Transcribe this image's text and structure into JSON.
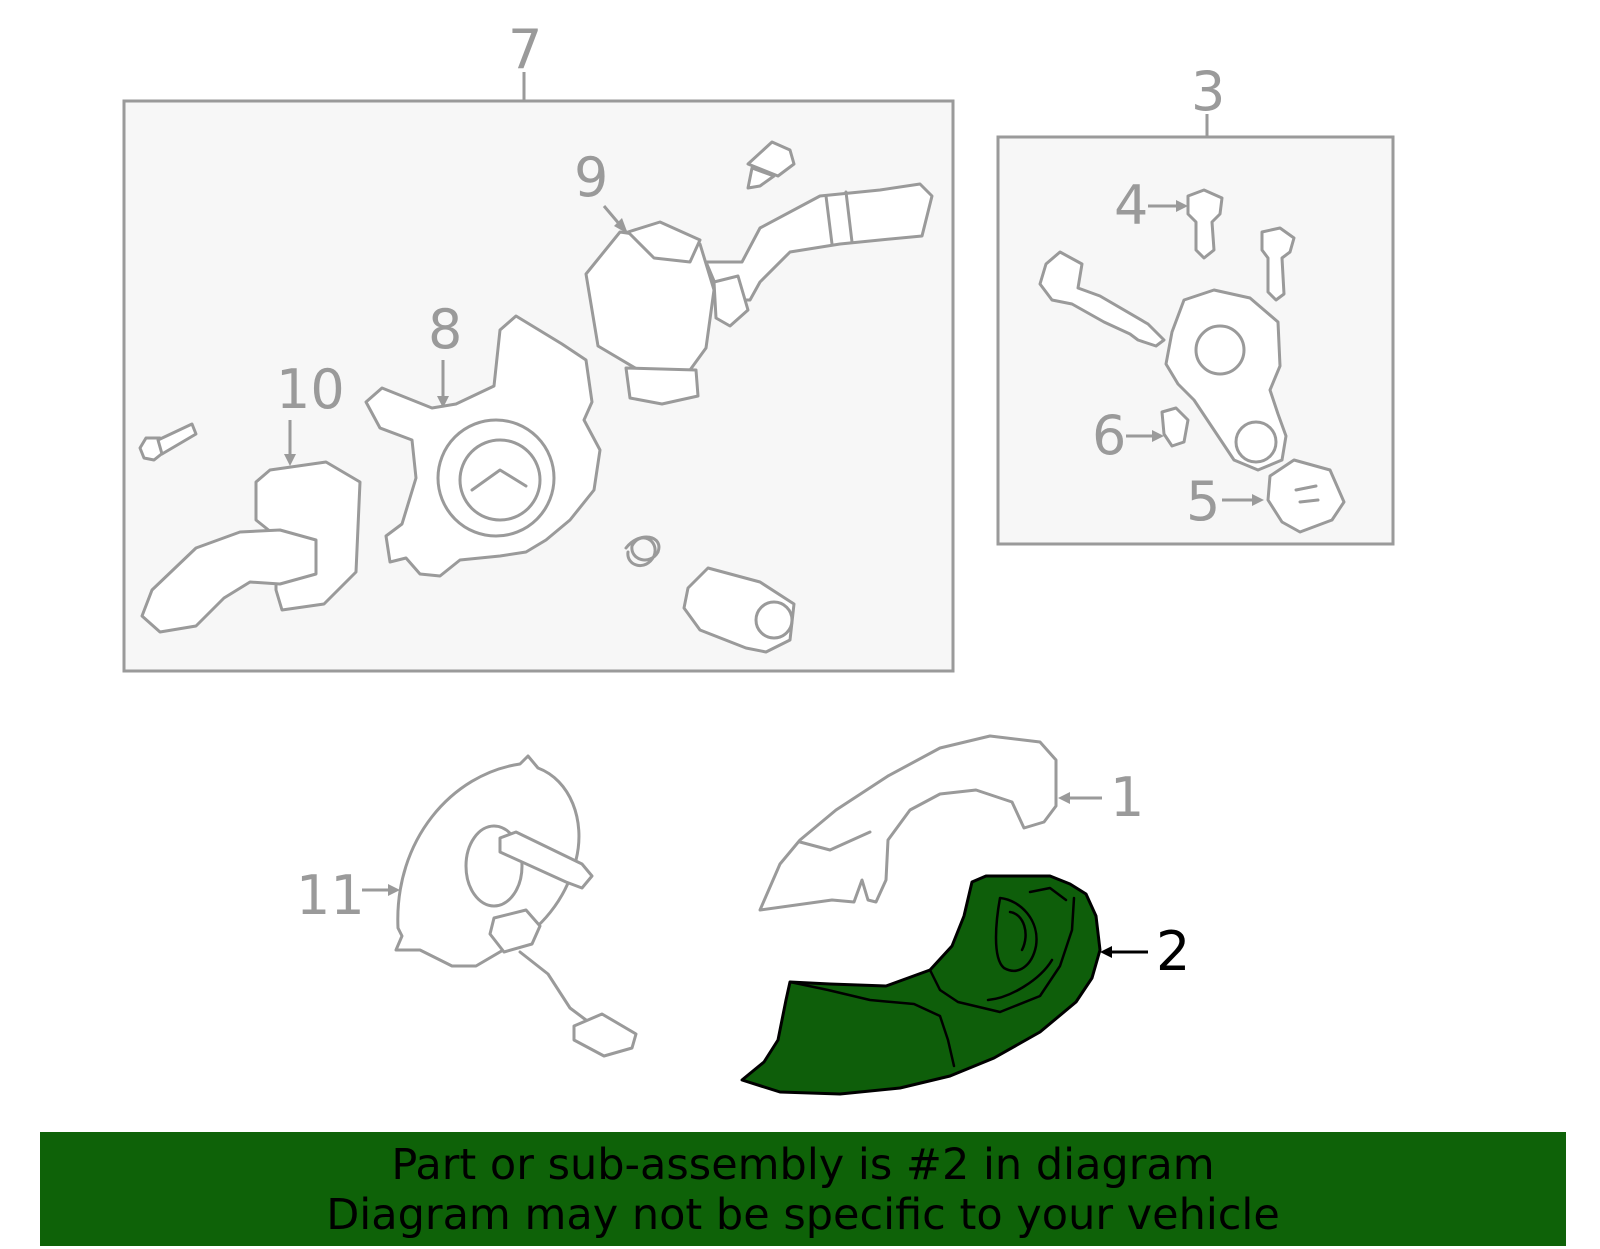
{
  "colors": {
    "highlight": "#0e6208",
    "line": "#9a9a9a",
    "box_fill": "#f7f7f7"
  },
  "callouts": {
    "c1": "1",
    "c2": "2",
    "c3": "3",
    "c4": "4",
    "c5": "5",
    "c6": "6",
    "c7": "7",
    "c8": "8",
    "c9": "9",
    "c10": "10",
    "c11": "11"
  },
  "highlighted_part": "2",
  "banner": {
    "line1": "Part or sub-assembly is #2 in diagram",
    "line2": "Diagram may not be specific to your vehicle"
  }
}
